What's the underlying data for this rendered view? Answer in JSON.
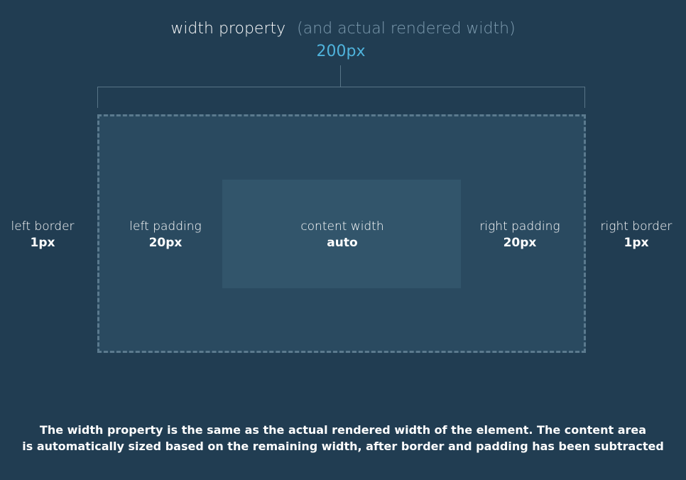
{
  "header": {
    "property_label": "width property",
    "property_note": "(and actual rendered width)",
    "value": "200px"
  },
  "labels": {
    "left_border": {
      "name": "left border",
      "value": "1px"
    },
    "left_padding": {
      "name": "left padding",
      "value": "20px"
    },
    "content": {
      "name": "content width",
      "value": "auto"
    },
    "right_padding": {
      "name": "right padding",
      "value": "20px"
    },
    "right_border": {
      "name": "right border",
      "value": "1px"
    }
  },
  "caption": {
    "line1": "The width property is the same as the actual rendered width of the element. The content area",
    "line2": "is automatically sized based on the remaining width, after border and padding has been subtracted"
  },
  "colors": {
    "background": "#213d52",
    "padding_area": "#2a4a60",
    "content_area": "#32556b",
    "dashed_border": "#5b7a8e",
    "value_accent": "#4fb3dc",
    "muted_text": "#7f9db1"
  }
}
